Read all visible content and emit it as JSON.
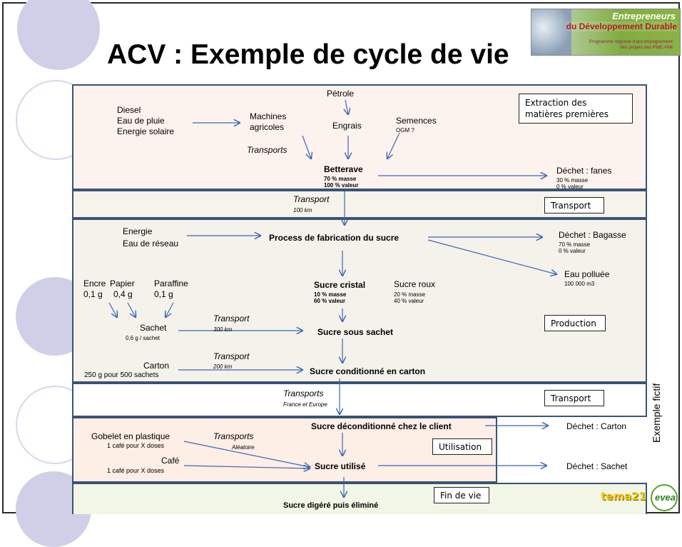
{
  "title": "ACV : Exemple de cycle de vie",
  "logo": {
    "line1": "Entrepreneurs",
    "line2": "du Développement Durable",
    "line3a": "Programme régional d'accompagnement",
    "line3b": "des projets des PME-PMI"
  },
  "side_note": "Exemple fictif",
  "phases": {
    "extraction": "Extraction des matières premières",
    "transport1": "Transport",
    "production": "Production",
    "transport2": "Transport",
    "utilisation": "Utilisation",
    "fin_de_vie": "Fin de vie"
  },
  "extraction": {
    "inputs1": "Diesel",
    "inputs2": "Eau de pluie",
    "inputs3": "Energie solaire",
    "machines1": "Machines",
    "machines2": "agricoles",
    "petrole": "Pétrole",
    "engrais": "Engrais",
    "semences": "Semences",
    "ogm": "OGM ?",
    "transports": "Transports",
    "betterave": "Betterave",
    "bet_masse": "70 % masse",
    "bet_valeur": "100 % valeur",
    "dechet_fanes": "Déchet : fanes",
    "fanes_masse": "30 % masse",
    "fanes_valeur": "0 % valeur"
  },
  "transport1": {
    "label": "Transport",
    "dist": "100 km"
  },
  "production": {
    "energie": "Energie",
    "eau_reseau": "Eau de réseau",
    "process": "Process de fabrication du sucre",
    "bagasse": "Déchet : Bagasse",
    "bagasse_masse": "70 % masse",
    "bagasse_valeur": "0 % valeur",
    "eau_polluee": "Eau polluée",
    "eau_vol": "100 000 m3",
    "encre": "Encre",
    "encre_q": "0,1 g",
    "papier": "Papier",
    "papier_q": "0,4 g",
    "paraffine": "Paraffine",
    "paraffine_q": "0,1 g",
    "sucre_cristal": "Sucre cristal",
    "cristal_masse": "10 % masse",
    "cristal_valeur": "60 % valeur",
    "sucre_roux": "Sucre roux",
    "roux_masse": "20 % masse",
    "roux_valeur": "40 % valeur",
    "sachet": "Sachet",
    "sachet_q": "0,6 g / sachet",
    "transport_a": "Transport",
    "dist_a": "300 km",
    "sucre_sachet": "Sucre sous sachet",
    "carton": "Carton",
    "carton_q": "250 g pour 500 sachets",
    "transport_b": "Transport",
    "dist_b": "200 km",
    "sucre_carton": "Sucre conditionné en carton"
  },
  "transport2": {
    "label": "Transports",
    "zone": "France et Europe"
  },
  "utilisation": {
    "deconditionne": "Sucre déconditionné chez le client",
    "dechet_carton": "Déchet : Carton",
    "gobelet": "Gobelet en plastique",
    "gobelet_q": "1 café pour X doses",
    "transports": "Transports",
    "aleatoire": "Aléatoire",
    "cafe": "Café",
    "cafe_q": "1 café pour X doses",
    "sucre_utilise": "Sucre utilisé",
    "dechet_sachet": "Déchet : Sachet"
  },
  "fin": {
    "digere": "Sucre digéré puis éliminé"
  },
  "brand": {
    "tema": "tema21",
    "evea": "evea"
  }
}
